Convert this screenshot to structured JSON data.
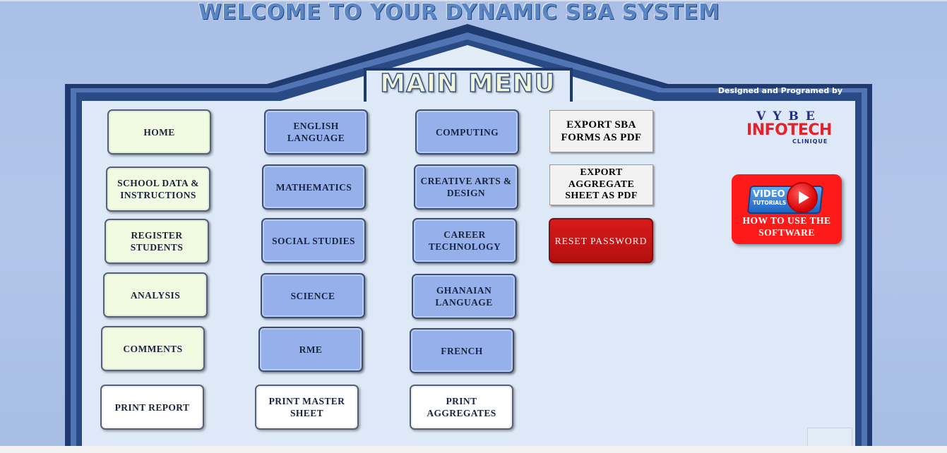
{
  "header": {
    "welcome_title": "WELCOME TO YOUR DYNAMIC SBA SYSTEM",
    "menu_title": "MAIN MENU"
  },
  "credits": {
    "designed_by": "Designed and Programed by",
    "logo_top": "VYBE",
    "logo_main": "INFOTECH",
    "logo_sub": "CLINIQUE"
  },
  "menu": {
    "col1": [
      "HOME",
      "SCHOOL DATA & INSTRUCTIONS",
      "REGISTER STUDENTS",
      "ANALYSIS",
      "COMMENTS",
      "PRINT REPORT"
    ],
    "col2": [
      "ENGLISH LANGUAGE",
      "MATHEMATICS",
      "SOCIAL STUDIES",
      "SCIENCE",
      "RME",
      "PRINT MASTER SHEET"
    ],
    "col3": [
      "COMPUTING",
      "CREATIVE ARTS & DESIGN",
      "CAREER TECHNOLOGY",
      "GHANAIAN LANGUAGE",
      "FRENCH",
      "PRINT AGGREGATES"
    ],
    "col4": [
      "EXPORT SBA FORMS AS PDF",
      "EXPORT AGGREGATE SHEET AS PDF",
      "RESET PASSWORD"
    ]
  },
  "video": {
    "badge_title": "VIDEO",
    "badge_sub": "TUTORIALS",
    "label": "HOW TO USE THE SOFTWARE"
  },
  "colors": {
    "frame_dark": "#1f3a6e",
    "panel": "#dde9f7",
    "button_green": "#f0fbe2",
    "button_blue": "#95b0eb",
    "reset_red": "#c41212",
    "video_red": "#ff1a1a"
  }
}
